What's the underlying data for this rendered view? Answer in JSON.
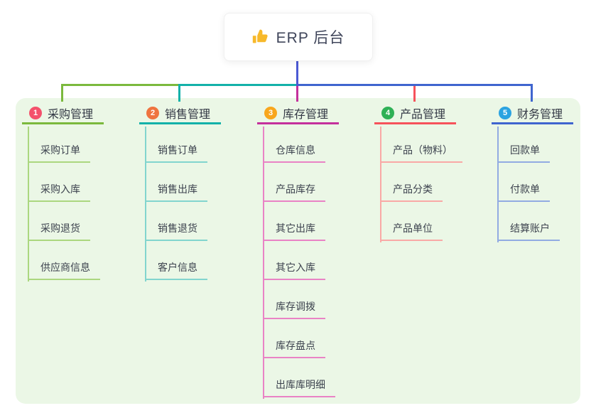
{
  "root": {
    "title": "ERP 后台",
    "icon": "thumbs-up-icon",
    "icon_color": "#f7b92b"
  },
  "colors": {
    "root_line": "#4b59d3",
    "panel_bg": "#ebf7e6",
    "topic_text": "#333845",
    "child_text": "#3c424e"
  },
  "branches": [
    {
      "num": "1",
      "label": "采购管理",
      "badge_color": "#f4516c",
      "line_color": "#7bb93d",
      "child_line_color": "#abd77f",
      "children": [
        "采购订单",
        "采购入库",
        "采购退货",
        "供应商信息"
      ]
    },
    {
      "num": "2",
      "label": "销售管理",
      "badge_color": "#ef7440",
      "line_color": "#13b1a9",
      "child_line_color": "#82d5ce",
      "children": [
        "销售订单",
        "销售出库",
        "销售退货",
        "客户信息"
      ]
    },
    {
      "num": "3",
      "label": "库存管理",
      "badge_color": "#f8a61d",
      "line_color": "#c4309c",
      "child_line_color": "#e983c5",
      "children": [
        "仓库信息",
        "产品库存",
        "其它出库",
        "其它入库",
        "库存调拨",
        "库存盘点",
        "出库库明细"
      ]
    },
    {
      "num": "4",
      "label": "产品管理",
      "badge_color": "#2fb156",
      "line_color": "#f6525b",
      "child_line_color": "#f9a9a6",
      "children": [
        "产品（物料）",
        "产品分类",
        "产品单位"
      ]
    },
    {
      "num": "5",
      "label": "财务管理",
      "badge_color": "#2ba3e1",
      "line_color": "#3f65cf",
      "child_line_color": "#92abe2",
      "children": [
        "回款单",
        "付款单",
        "结算账户"
      ]
    }
  ]
}
